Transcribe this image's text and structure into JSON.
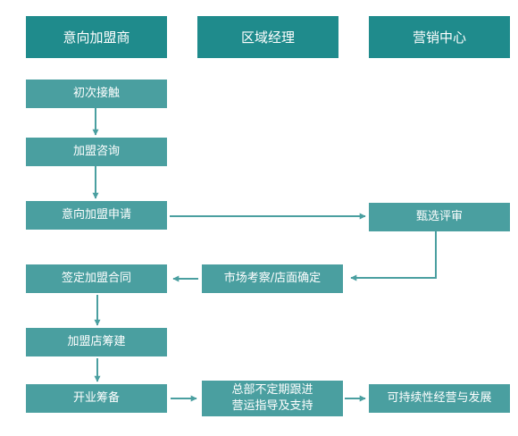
{
  "columns": {
    "franchisee": "意向加盟商",
    "regional_manager": "区域经理",
    "marketing_center": "营销中心"
  },
  "steps": {
    "initial_contact": "初次接触",
    "franchise_inquiry": "加盟咨询",
    "franchise_application": "意向加盟申请",
    "screening_review": "甄选评审",
    "market_survey": "市场考察/店面确定",
    "sign_contract": "签定加盟合同",
    "store_construction": "加盟店筹建",
    "opening_preparation": "开业筹备",
    "hq_support_line1": "总部不定期跟进",
    "hq_support_line2": "营运指导及支持",
    "sustainable_development": "可持续性经营与发展"
  },
  "colors": {
    "header": "#1f8b8c",
    "step": "#4a9fa0",
    "arrow": "#4a9fa0"
  }
}
